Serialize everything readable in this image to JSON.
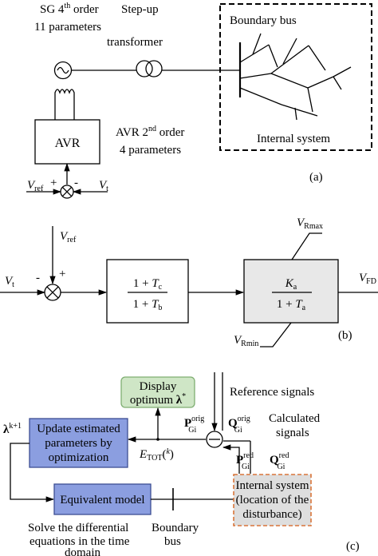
{
  "part_a": {
    "sg_line1": "SG 4",
    "sg_line1_sup": "th",
    "sg_line1_end": " order",
    "sg_line2": "11 parameters",
    "transformer_line1": "Step-up",
    "transformer_line2": "transformer",
    "boundary_bus": "Boundary bus",
    "internal_system": "Internal system",
    "avr_box": "AVR",
    "avr_desc_line1": "AVR 2",
    "avr_desc_sup": "nd",
    "avr_desc_line1_end": " order",
    "avr_desc_line2": "4 parameters",
    "vref_main": "V",
    "vref_sub": "ref",
    "vt_main": "V",
    "vt_sub": "t",
    "plus": "+",
    "minus": "-",
    "panel_label": "(a)"
  },
  "part_b": {
    "vref_main": "V",
    "vref_sub": "ref",
    "vt_main": "V",
    "vt_sub": "t",
    "minus": "-",
    "plus": "+",
    "tf1_num_prefix": "1 + ",
    "tf1_num_var": "T",
    "tf1_num_sub": "c",
    "tf1_den_prefix": "1 + ",
    "tf1_den_var": "T",
    "tf1_den_sub": "b",
    "tf2_num_var": "K",
    "tf2_num_sub": "a",
    "tf2_den_prefix": "1 + ",
    "tf2_den_var": "T",
    "tf2_den_sub": "a",
    "vrmax_main": "V",
    "vrmax_sub": "Rmax",
    "vrmin_main": "V",
    "vrmin_sub": "Rmin",
    "vfd_main": "V",
    "vfd_sub": "FD",
    "panel_label": "(b)"
  },
  "part_c": {
    "display_line1": "Display",
    "display_line2": "optimum ",
    "display_lambda": "λ",
    "display_lambda_sup": "*",
    "update_line1": "Update estimated",
    "update_line2": "parameters by",
    "update_line3": "optimization",
    "lambda_main": "λ",
    "lambda_sup": "k+1",
    "reference_signals": "Reference signals",
    "p_orig_main": "P",
    "p_orig_sup": "orig",
    "p_orig_sub": "Gi",
    "q_orig_main": "Q",
    "q_orig_sup": "orig",
    "q_orig_sub": "Gi",
    "calculated_line1": "Calculated",
    "calculated_line2": "signals",
    "etot_main": "E",
    "etot_sub": "TOT",
    "etot_arg_open": "(",
    "etot_arg_sup": "k",
    "etot_arg_close": ")",
    "p_red_main": "P",
    "p_red_sup": "red",
    "p_red_sub": "Gi",
    "q_red_main": "Q",
    "q_red_sup": "red",
    "q_red_sub": "Gi",
    "equivalent_model": "Equivalent model",
    "internal_line1": "Internal system",
    "internal_line2": "(location of the",
    "internal_line3": "disturbance)",
    "solve_line1": "Solve the differential",
    "solve_line2": "equations in the time",
    "solve_line3": "domain",
    "boundary_line1": "Boundary",
    "boundary_line2": "bus",
    "panel_label": "(c)"
  },
  "colors": {
    "display_box_fill": "#cfe6c6",
    "display_box_border": "#7fae72",
    "update_box_fill": "#8b9ee0",
    "equivalent_box_fill": "#8b9ee0",
    "blue_box_border": "#3d4d93",
    "internal_box_fill": "#dedede",
    "internal_box_border": "#d9753a"
  }
}
